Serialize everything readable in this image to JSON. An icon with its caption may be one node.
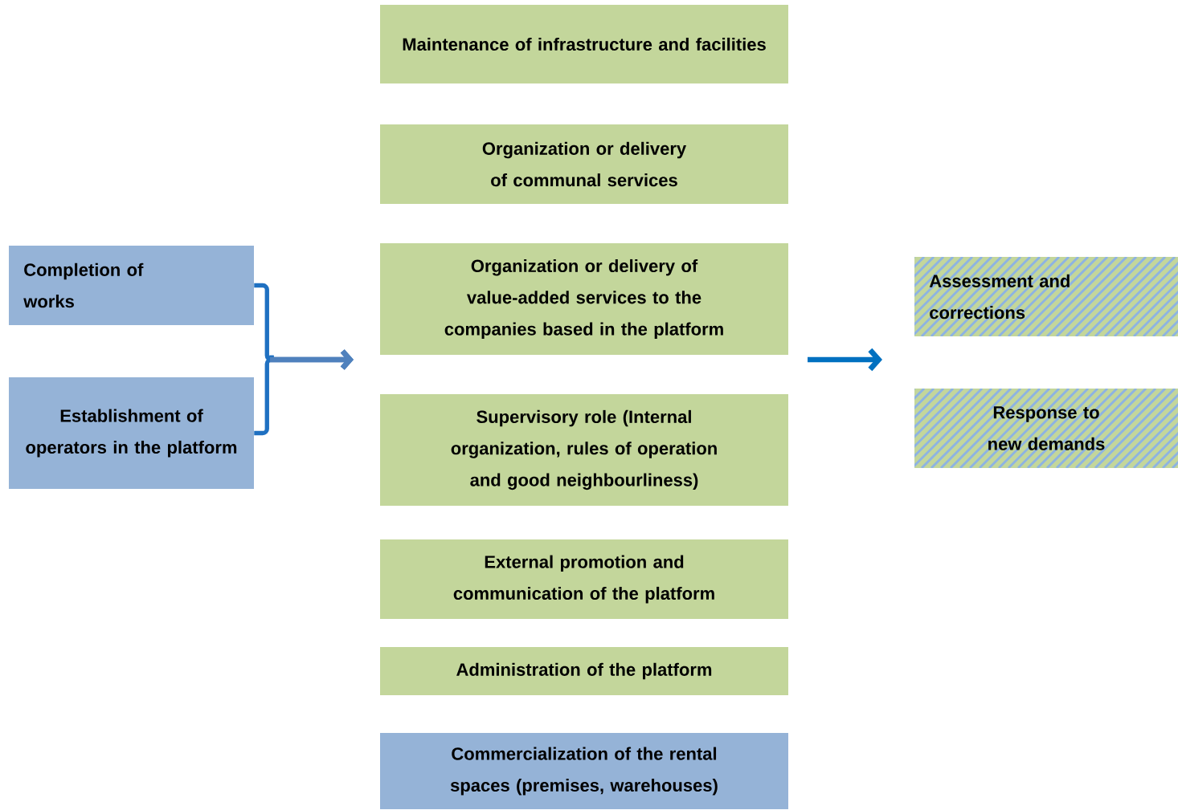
{
  "diagram": {
    "nodes": [
      {
        "text": [
          "Completion of works"
        ]
      },
      {
        "text": [
          "Establishment of operators in the platform"
        ]
      },
      {
        "text": [
          "Maintenance of infrastructure and facilities"
        ]
      },
      {
        "text": [
          "Organization or delivery of communal services"
        ]
      },
      {
        "text": [
          "Organization or delivery of value-added services to the companies based in the platform"
        ]
      },
      {
        "text": [
          "Supervisory role (Internal organization, rules of operation and good neighbourliness)"
        ]
      },
      {
        "text": [
          "External promotion and communication of the platform"
        ]
      },
      {
        "text": [
          "Administration of the platform"
        ]
      },
      {
        "text": [
          "Commercialization of the rental spaces (premises, warehouses)"
        ]
      },
      {
        "text": [
          "Assessment and corrections"
        ]
      },
      {
        "text": [
          "Response to new demands"
        ]
      }
    ],
    "edges": [
      {
        "from": 0,
        "to": null,
        "arrow": "to"
      },
      {
        "from": 1,
        "to": null,
        "arrow": "to"
      }
    ]
  }
}
